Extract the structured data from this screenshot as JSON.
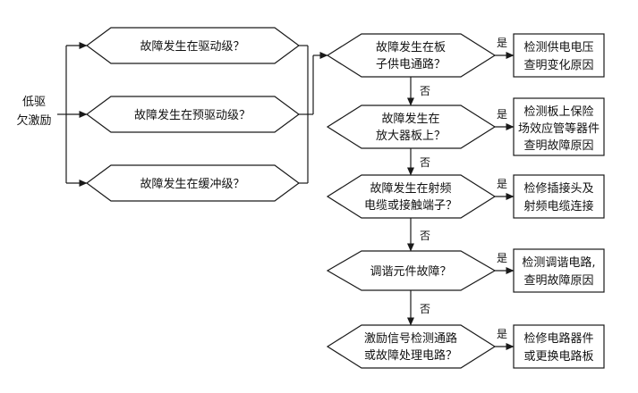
{
  "start": {
    "line1": "低驱",
    "line2": "欠激励"
  },
  "left_checks": [
    {
      "text": "故障发生在驱动级？"
    },
    {
      "text": "故障发生在预驱动级？"
    },
    {
      "text": "故障发生在缓冲级？"
    }
  ],
  "right_checks": [
    {
      "line1": "故障发生在板",
      "line2": "子供电通路？"
    },
    {
      "line1": "故障发生在",
      "line2": "放大器板上？"
    },
    {
      "line1": "故障发生在射频",
      "line2": "电缆或接触端子？"
    },
    {
      "line1": "调谐元件故障？",
      "line2": ""
    },
    {
      "line1": "激励信号检测通路",
      "line2": "或故障处理电路？"
    }
  ],
  "actions": [
    {
      "lines": [
        "检测供电电压",
        "查明变化原因"
      ]
    },
    {
      "lines": [
        "检测板上保险",
        "场效应管等器件",
        "查明故障原因"
      ]
    },
    {
      "lines": [
        "检修插接头及",
        "射频电缆连接"
      ]
    },
    {
      "lines": [
        "检测调谐电路,",
        "查明故障原因"
      ]
    },
    {
      "lines": [
        "检修电路器件",
        "或更换电路板"
      ]
    }
  ],
  "labels": {
    "yes": "是",
    "no": "否"
  }
}
